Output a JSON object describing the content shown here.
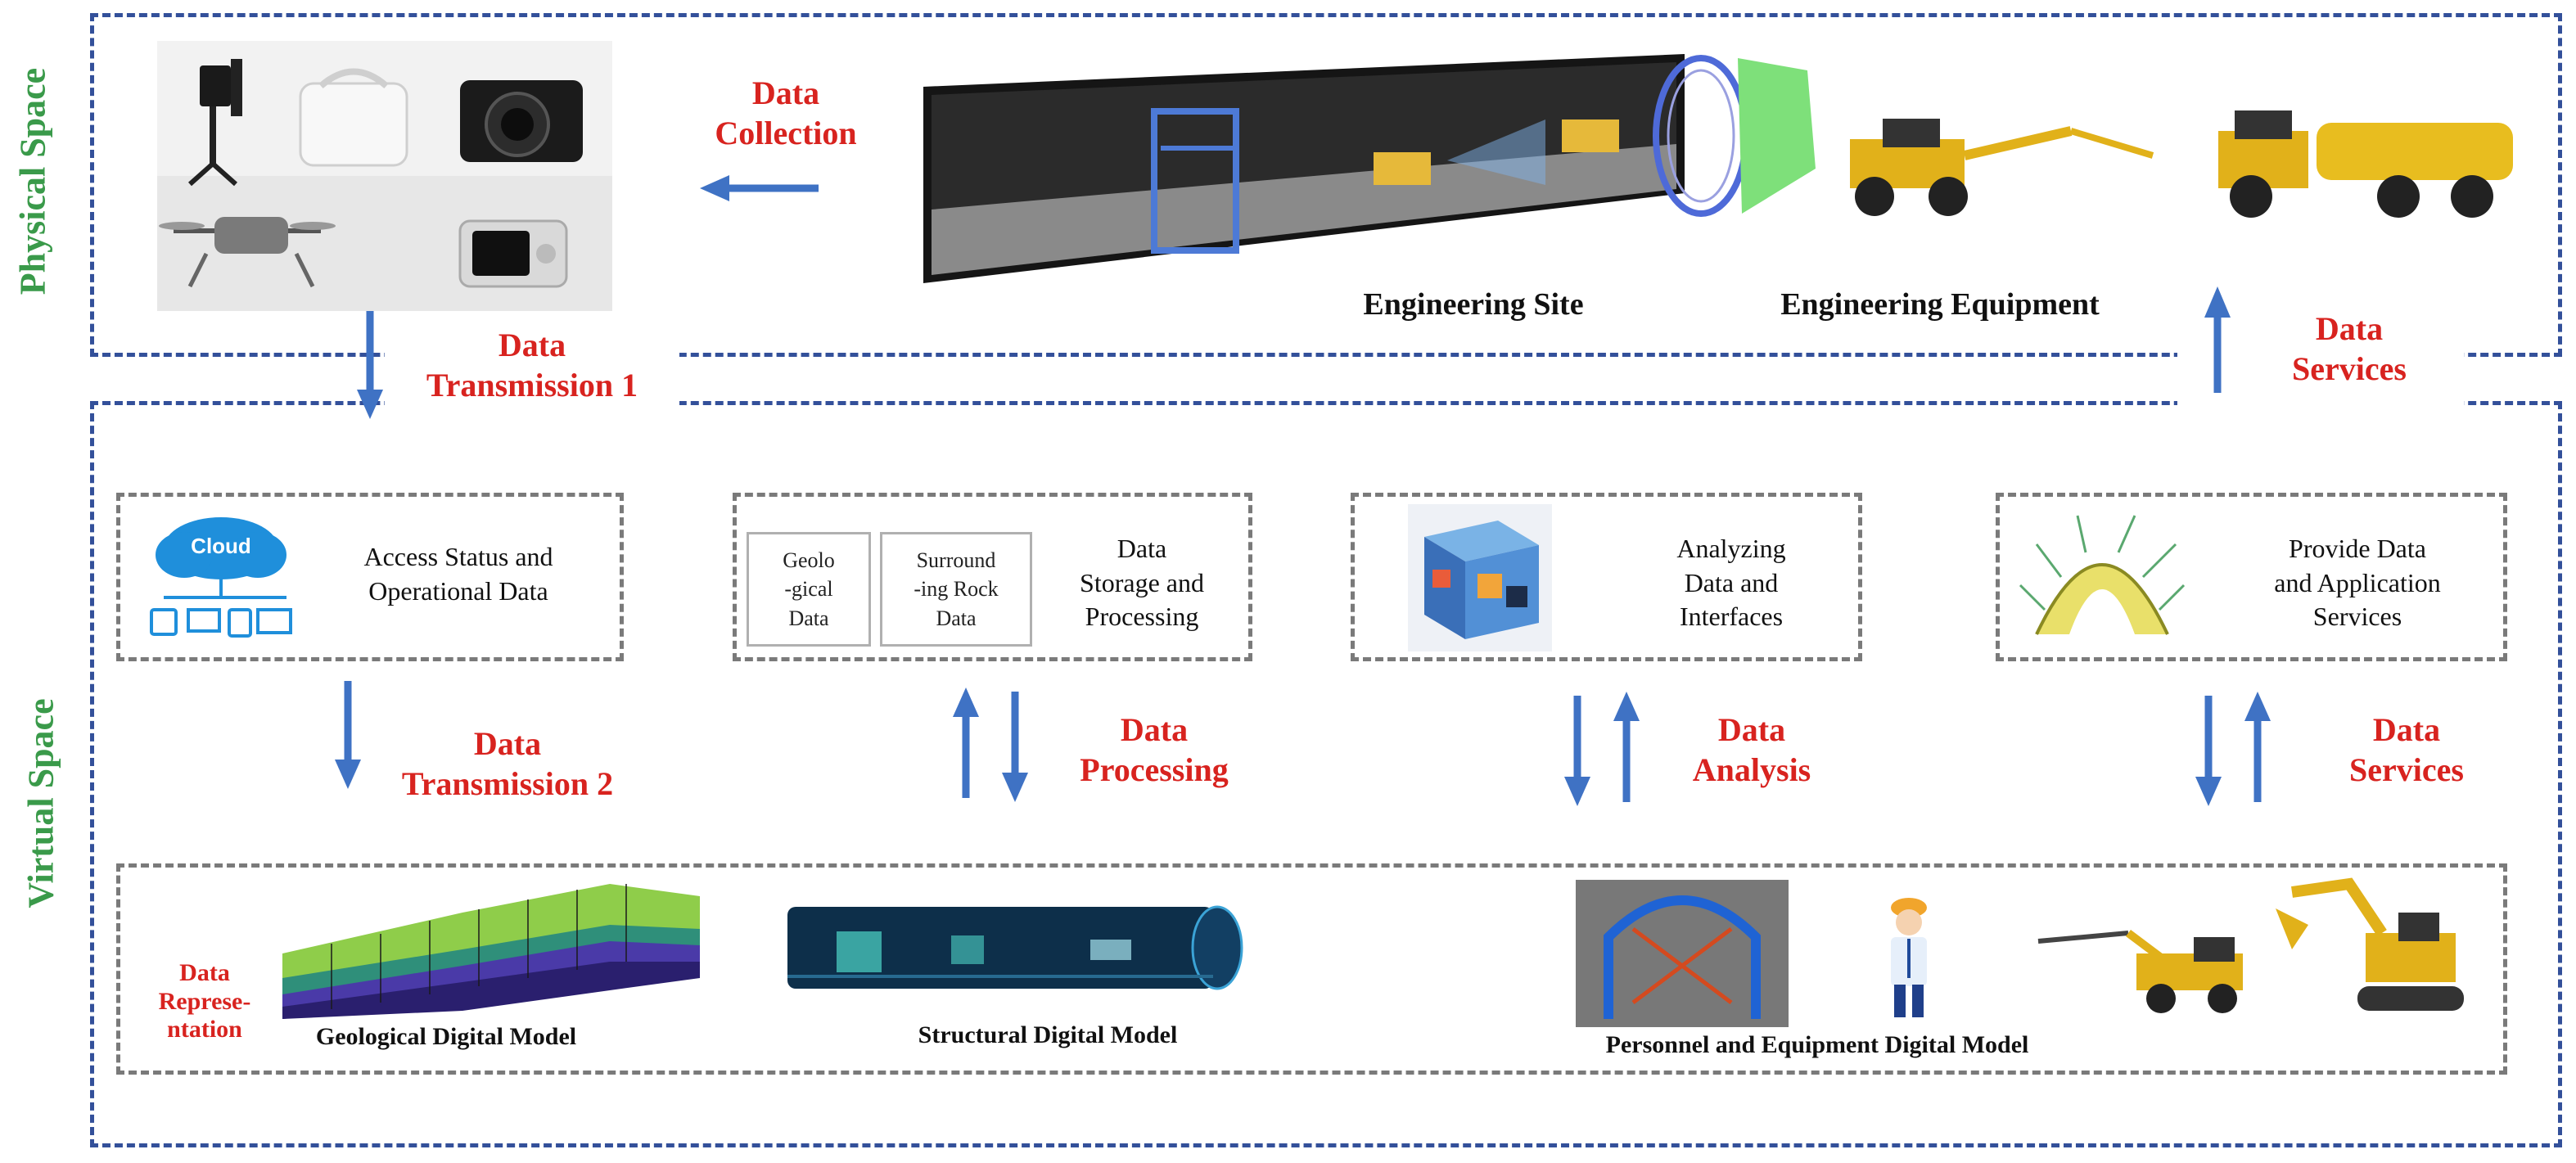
{
  "sections": {
    "physical": "Physical Space",
    "virtual": "Virtual Space"
  },
  "flows": {
    "data_collection": "Data\nCollection",
    "data_transmission_1": "Data\nTransmission 1",
    "data_services_top": "Data\nServices",
    "data_transmission_2": "Data\nTransmission 2",
    "data_processing": "Data\nProcessing",
    "data_analysis": "Data\nAnalysis",
    "data_services_bottom": "Data\nServices",
    "data_representation": "Data\nReprese-\nntation"
  },
  "physical_labels": {
    "engineering_site": "Engineering Site",
    "engineering_equipment": "Engineering Equipment"
  },
  "modules": {
    "access": "Access Status and\nOperational Data",
    "storage": "Data\nStorage and\nProcessing",
    "geological_data": "Geolo\n-gical\nData",
    "surrounding_rock": "Surround\n-ing Rock\nData",
    "analyzing": "Analyzing\nData and\nInterfaces",
    "provide": "Provide Data\nand Application\nServices",
    "cloud": "Cloud"
  },
  "models": {
    "geological": "Geological Digital Model",
    "structural": "Structural Digital Model",
    "personnel": "Personnel and Equipment Digital Model"
  },
  "colors": {
    "flow_text": "#d8231f",
    "section_text": "#3a9a4a",
    "outer_border": "#33509a",
    "arrow": "#3f72c4"
  }
}
